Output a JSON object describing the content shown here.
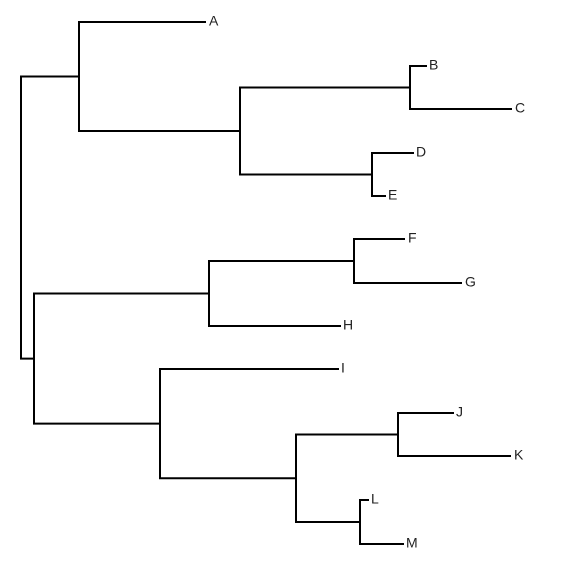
{
  "diagram": {
    "type": "dendrogram",
    "line_color": "#000000",
    "label_color": "#222222",
    "leaves": [
      {
        "id": "A",
        "label": "A"
      },
      {
        "id": "B",
        "label": "B"
      },
      {
        "id": "C",
        "label": "C"
      },
      {
        "id": "D",
        "label": "D"
      },
      {
        "id": "E",
        "label": "E"
      },
      {
        "id": "F",
        "label": "F"
      },
      {
        "id": "G",
        "label": "G"
      },
      {
        "id": "H",
        "label": "H"
      },
      {
        "id": "I",
        "label": "I"
      },
      {
        "id": "J",
        "label": "J"
      },
      {
        "id": "K",
        "label": "K"
      },
      {
        "id": "L",
        "label": "L"
      },
      {
        "id": "M",
        "label": "M"
      }
    ],
    "clusters": [
      {
        "id": "BC",
        "children": [
          "B",
          "C"
        ]
      },
      {
        "id": "DE",
        "children": [
          "D",
          "E"
        ]
      },
      {
        "id": "BCDE",
        "children": [
          "BC",
          "DE"
        ]
      },
      {
        "id": "ABCDE",
        "children": [
          "A",
          "BCDE"
        ]
      },
      {
        "id": "FG",
        "children": [
          "F",
          "G"
        ]
      },
      {
        "id": "FGH",
        "children": [
          "FG",
          "H"
        ]
      },
      {
        "id": "JK",
        "children": [
          "J",
          "K"
        ]
      },
      {
        "id": "LM",
        "children": [
          "L",
          "M"
        ]
      },
      {
        "id": "JKLM",
        "children": [
          "JK",
          "LM"
        ]
      },
      {
        "id": "IJKLM",
        "children": [
          "I",
          "JKLM"
        ]
      },
      {
        "id": "FGHIJKLM",
        "children": [
          "FGH",
          "IJKLM"
        ]
      },
      {
        "id": "root",
        "children": [
          "ABCDE",
          "FGHIJKLM"
        ]
      }
    ]
  }
}
